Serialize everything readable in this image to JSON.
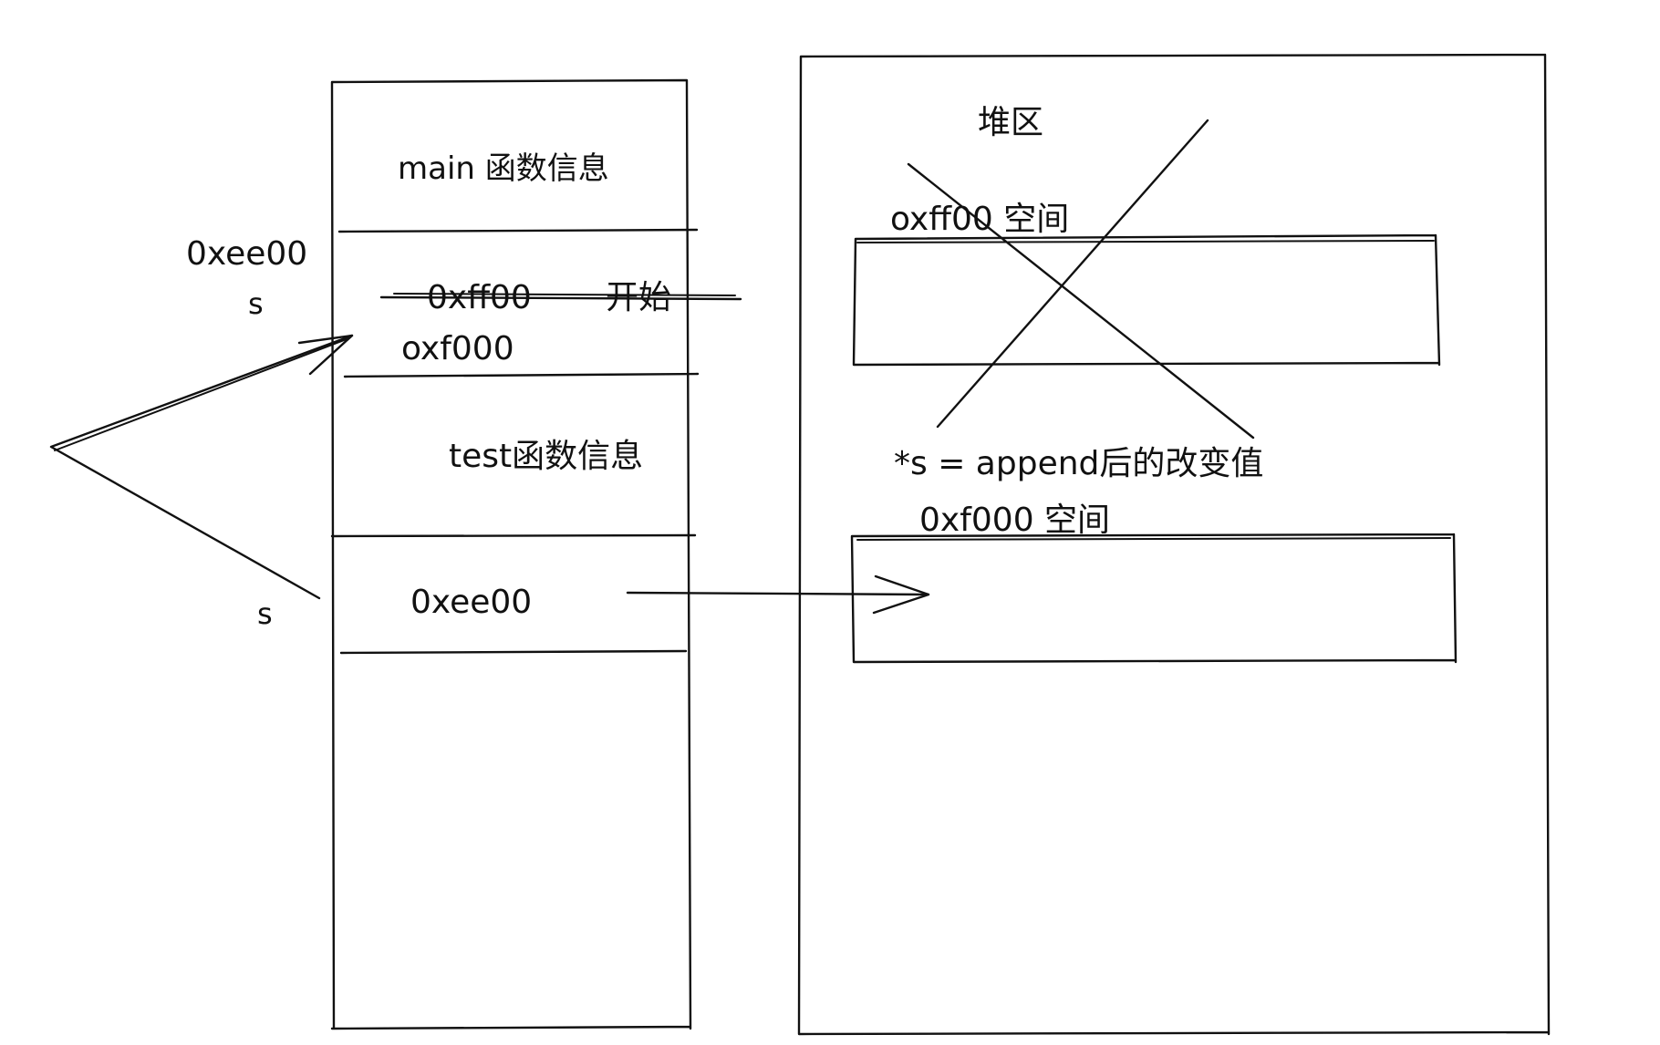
{
  "stack": {
    "cells": [
      {
        "label": "main 函数信息"
      },
      {
        "label_struck": "0xff00",
        "label_struck_suffix": "开始",
        "label": "oxf000",
        "side_address": "0xee00",
        "side_var": "s"
      },
      {
        "label": "test函数信息"
      },
      {
        "label": "0xee00",
        "side_var": "s"
      }
    ]
  },
  "heap": {
    "title": "堆区",
    "old_block_label": "oxff00 空间",
    "note": "*s = append后的改变值",
    "new_block_label": "0xf000 空间"
  }
}
